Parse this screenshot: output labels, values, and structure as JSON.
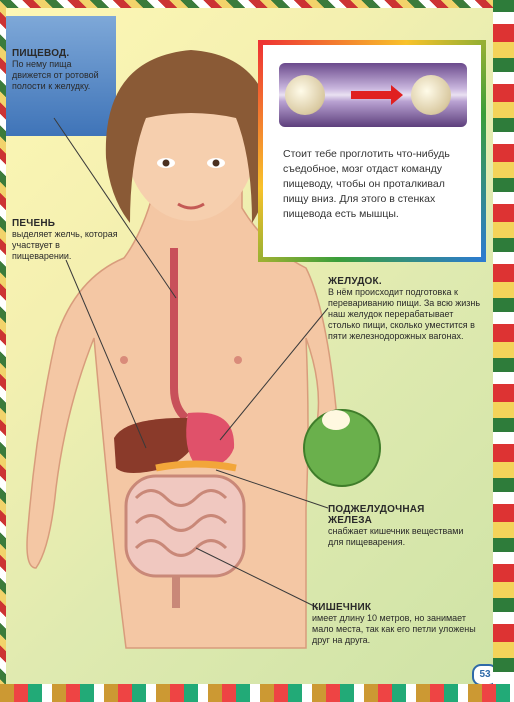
{
  "inset": {
    "text": "Стоит тебе проглотить что-нибудь съедобное, мозг отдаст команду пищеводу, чтобы он проталкивал пищу вниз. Для этого в стенках пищевода есть мышцы."
  },
  "labels": {
    "esophagus": {
      "title": "ПИЩЕВОД.",
      "desc": "По нему пища движется от ротовой полости к желудку."
    },
    "liver": {
      "title": "ПЕЧЕНЬ",
      "desc": "выделяет желчь, которая участвует в пищеварении."
    },
    "stomach": {
      "title": "ЖЕЛУДОК.",
      "desc": "В нём происходит подготовка к перевариванию пищи. За всю жизнь наш желудок перерабатывает столько пищи, сколько уместится в пяти железнодорожных вагонах."
    },
    "pancreas": {
      "title": "ПОДЖЕЛУДОЧНАЯ ЖЕЛЕЗА",
      "desc": "снабжает кишечник веществами для пищеварения."
    },
    "intestine": {
      "title": "КИШЕЧНИК",
      "desc": "имеет длину 10 метров, но занимает мало места, так как его петли уложены друг на друга."
    }
  },
  "page_number": "53"
}
